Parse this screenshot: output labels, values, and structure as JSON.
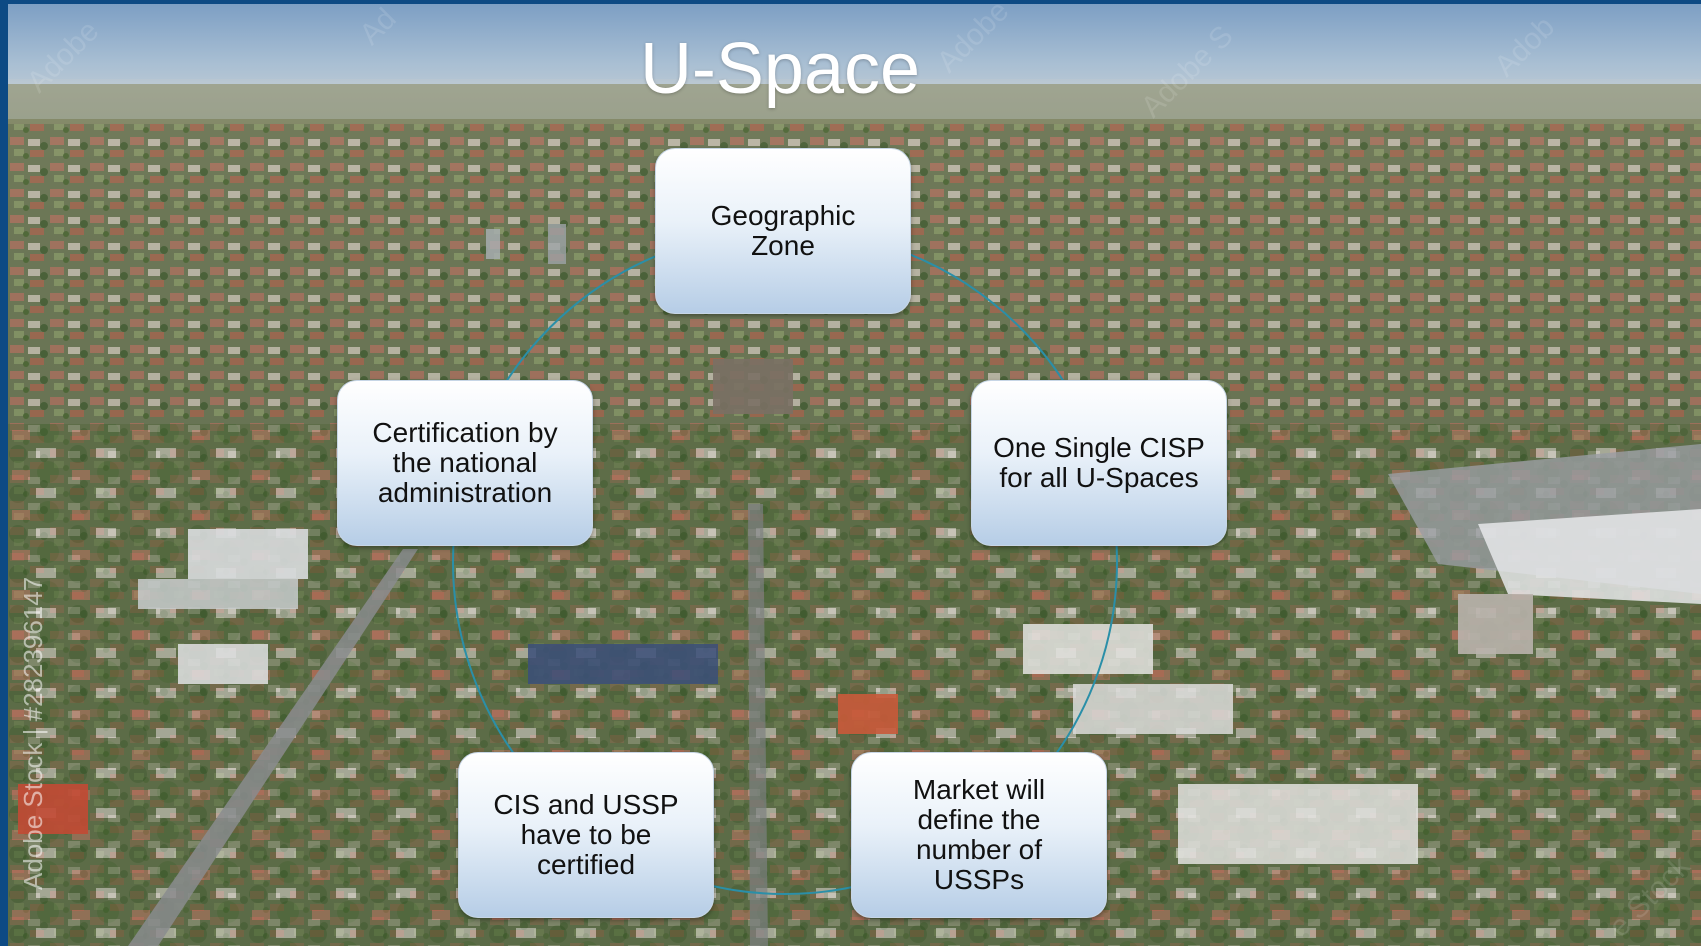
{
  "slide": {
    "title": "U-Space",
    "watermark": "Adobe Stock | #282396147"
  },
  "diagram": {
    "type": "cycle",
    "nodes": [
      {
        "id": "geographic-zone",
        "label": "Geographic\nZone"
      },
      {
        "id": "single-cisp",
        "label": "One Single CISP\nfor all U-Spaces"
      },
      {
        "id": "market-ussps",
        "label": "Market will\ndefine the\nnumber of\nUSSPs"
      },
      {
        "id": "cis-ussp-certified",
        "label": "CIS and USSP\nhave to be\ncertified"
      },
      {
        "id": "certification-national",
        "label": "Certification by\nthe  national\nadministration"
      }
    ]
  },
  "colors": {
    "frame": "#0d4a84",
    "node_fill_top": "#ffffff",
    "node_fill_bottom": "#b6cde6",
    "connector": "#2a8fa8",
    "title": "#ffffff"
  }
}
